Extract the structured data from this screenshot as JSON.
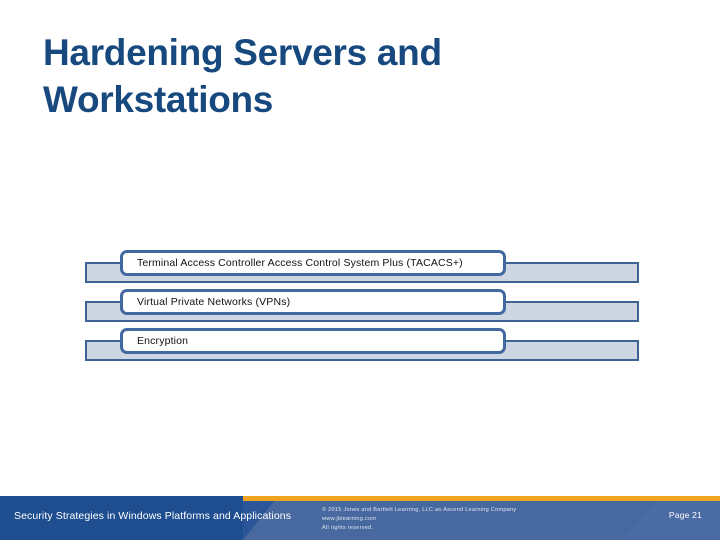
{
  "slide": {
    "title": "Hardening Servers and Workstations",
    "title_color": "#17497f",
    "background_color": "#ffffff"
  },
  "diagram": {
    "type": "stacked-callout-list",
    "bar_fill_color": "#ced5e3",
    "bar_border_color": "#3d6394",
    "card_fill_color": "#ffffff",
    "card_border_color": "#41689f",
    "rows": [
      {
        "label": "Terminal Access Controller Access Control System Plus (TACACS+)"
      },
      {
        "label": "Virtual Private Networks (VPNs)"
      },
      {
        "label": "Encryption"
      }
    ]
  },
  "footer": {
    "background_color": "#2a5699",
    "accent_color": "#efa41d",
    "course_title": "Security Strategies in Windows Platforms and Applications",
    "copyright_lines": [
      "© 2015 Jones and Bartlett Learning, LLC  an Ascend Learning Company",
      "www.jblearning.com",
      "All rights reserved."
    ],
    "page_number": "Page 21"
  }
}
